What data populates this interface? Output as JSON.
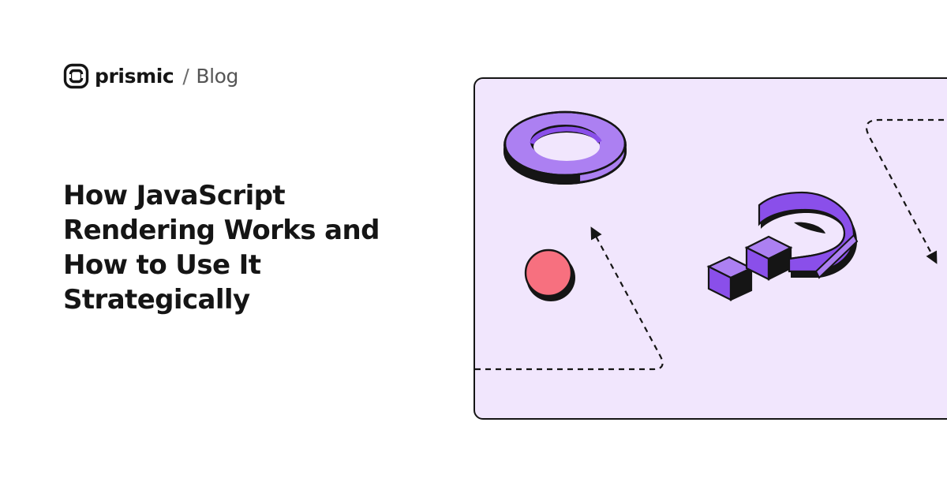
{
  "header": {
    "brand_name": "prismic",
    "separator": "/",
    "section": "Blog",
    "logo_icon": "prismic-logo-icon"
  },
  "article": {
    "title": "How JavaScript Rendering Works and How to Use It Strategically"
  },
  "illustration": {
    "background_color": "#f1e6fd",
    "accent_purple": "#8a4fea",
    "accent_purple_light": "#ac80f2",
    "accent_coral": "#f7707f",
    "outline_color": "#151515"
  }
}
